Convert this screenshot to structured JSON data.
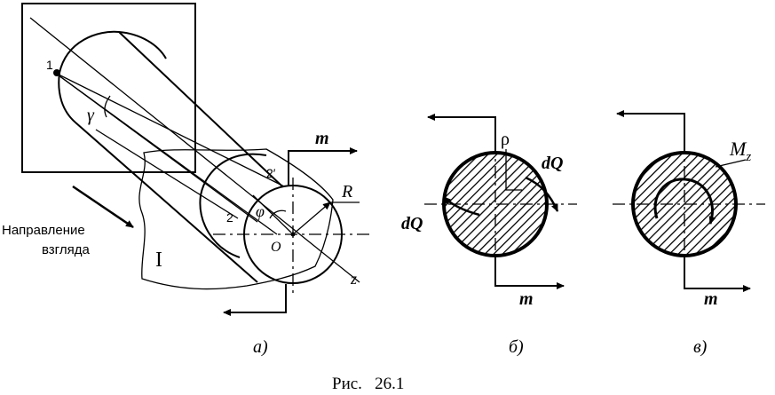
{
  "labels": {
    "point_1": "1",
    "gamma": "γ",
    "m_top": "m",
    "two_prime": "2′",
    "two": "2",
    "phi": "φ",
    "R": "R",
    "O": "O",
    "z": "z",
    "roman_one": "I",
    "view_direction_line1": "Направление",
    "view_direction_line2": "взгляда",
    "caption_a": "а)",
    "rho": "ρ",
    "dQ_right": "dQ",
    "dQ_left": "dQ",
    "m_b": "m",
    "caption_b": "б)",
    "Mz_M": "M",
    "Mz_sub": "z",
    "m_v": "m",
    "caption_v": "в)",
    "figure_caption": "Рис.   26.1"
  }
}
